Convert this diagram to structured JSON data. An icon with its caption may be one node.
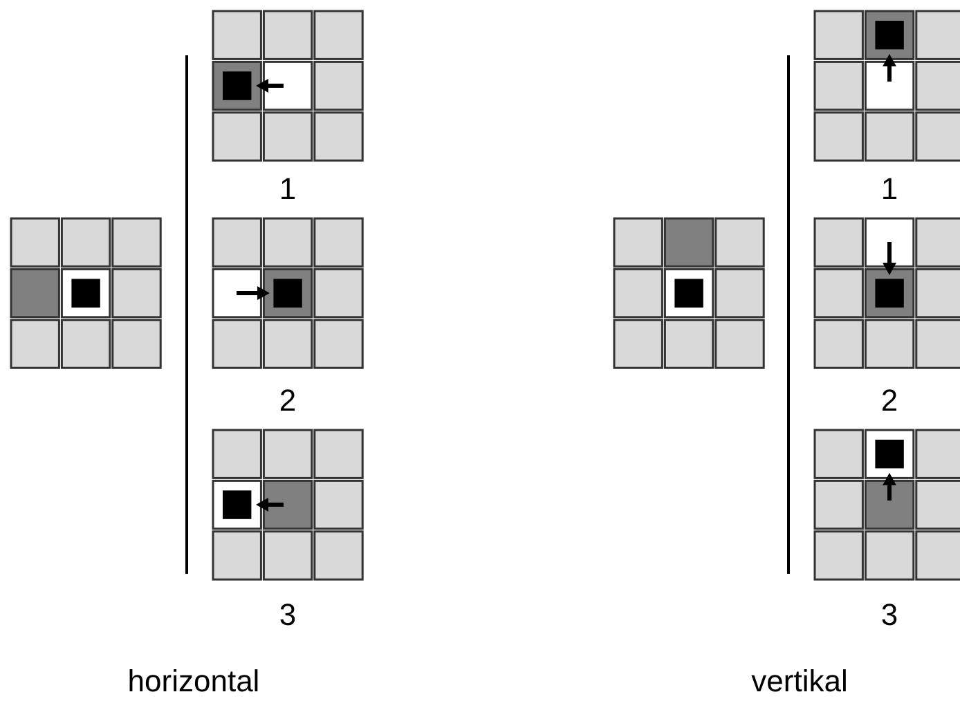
{
  "diagram": {
    "labels": [
      "1",
      "2",
      "3",
      "horizontal",
      "1",
      "2",
      "3",
      "vertikal"
    ]
  }
}
